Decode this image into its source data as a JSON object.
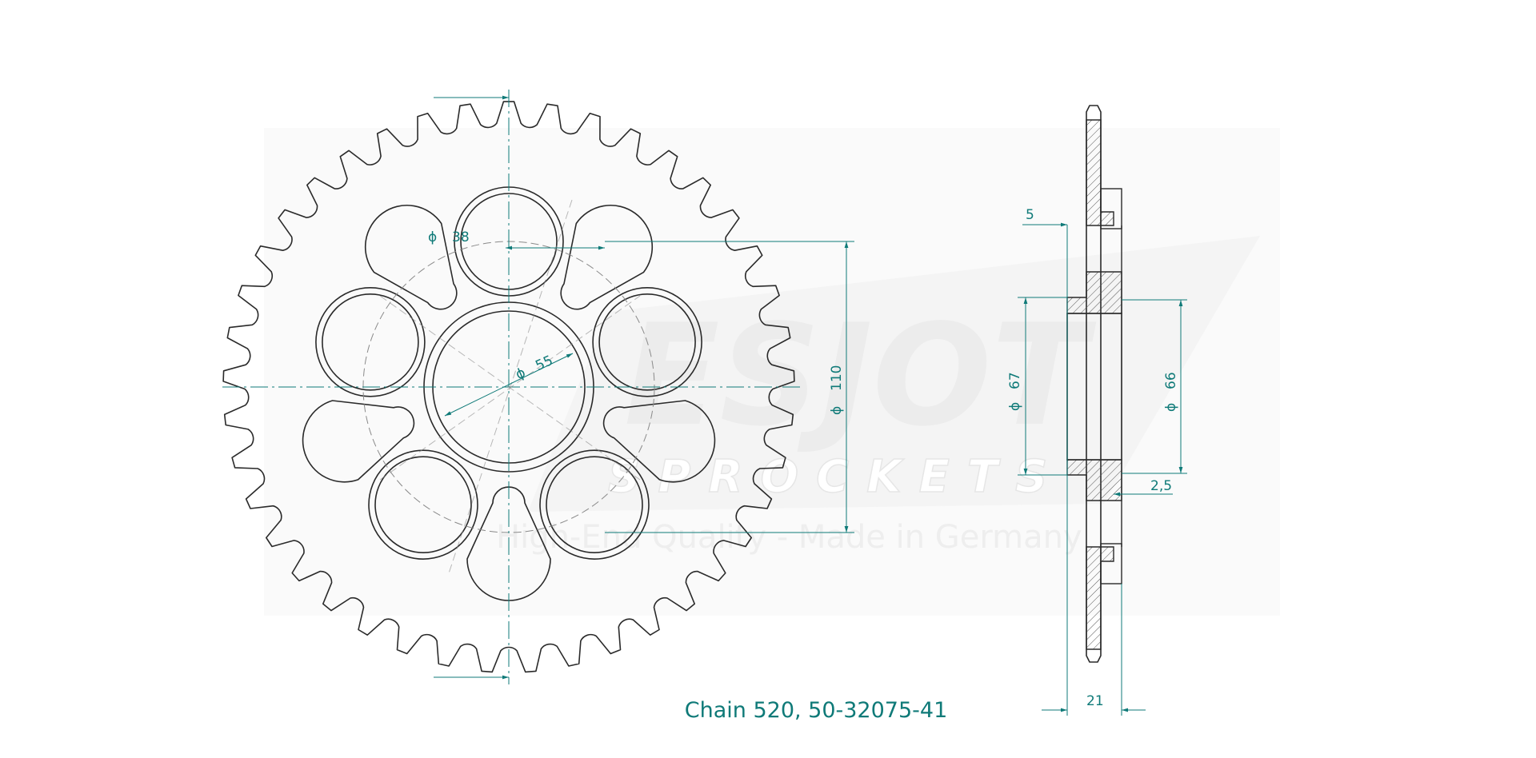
{
  "drawing": {
    "caption": "Chain 520, 50-32075-41",
    "teeth": 41,
    "watermark": {
      "brand": "ESJOT",
      "subline": "SPROCKETS",
      "tagline": "High-End Quality - Made in Germany"
    },
    "dimensions": {
      "bolt_hole_diameter": "38",
      "center_bore_diameter": "55",
      "bolt_circle_diameter": "110",
      "side_inner_diameter": "67",
      "side_outer_diameter": "66",
      "thickness_small": "5",
      "offset": "2,5",
      "total_width": "21"
    },
    "colors": {
      "dimension": "#0f7a78",
      "outline": "#2a2a2a",
      "watermark": "#f0f0f0"
    }
  }
}
